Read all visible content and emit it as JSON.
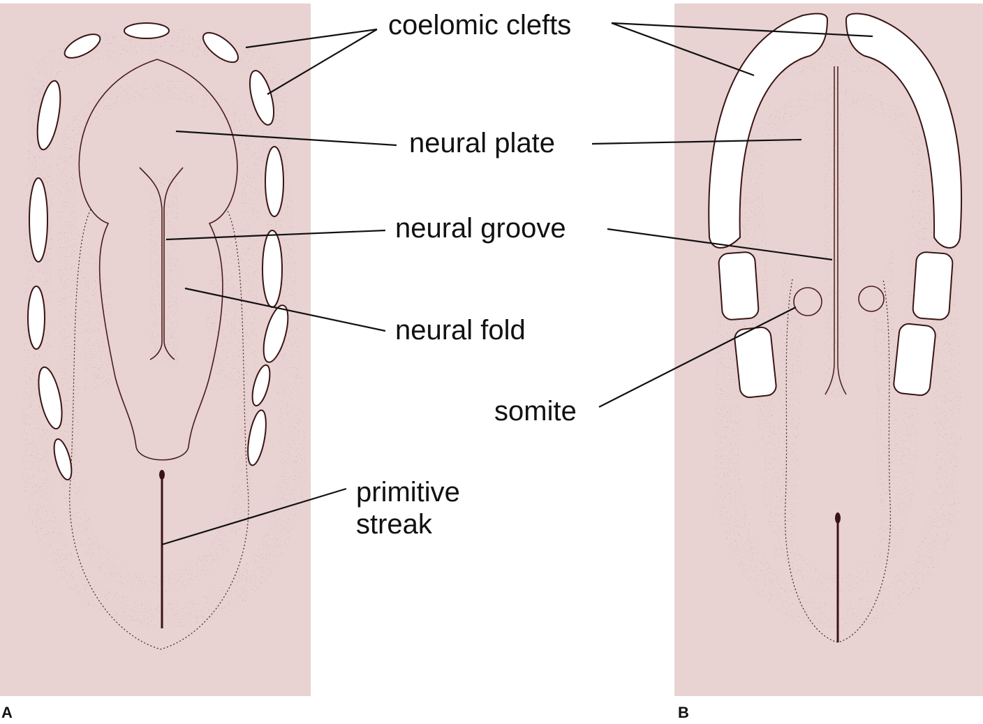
{
  "labels": {
    "coelomic_clefts": "coelomic clefts",
    "neural_plate": "neural plate",
    "neural_groove": "neural groove",
    "neural_fold": "neural fold",
    "somite": "somite",
    "primitive_line1": "primitive",
    "primitive_line2": "streak"
  },
  "panels": {
    "a": "A",
    "b": "B"
  },
  "colors": {
    "panel_background": "#e8d2d2",
    "stipple": "#6b2a2a",
    "outline": "#4a1c1c",
    "leader_line": "#111111",
    "cleft_fill": "#ffffff"
  }
}
